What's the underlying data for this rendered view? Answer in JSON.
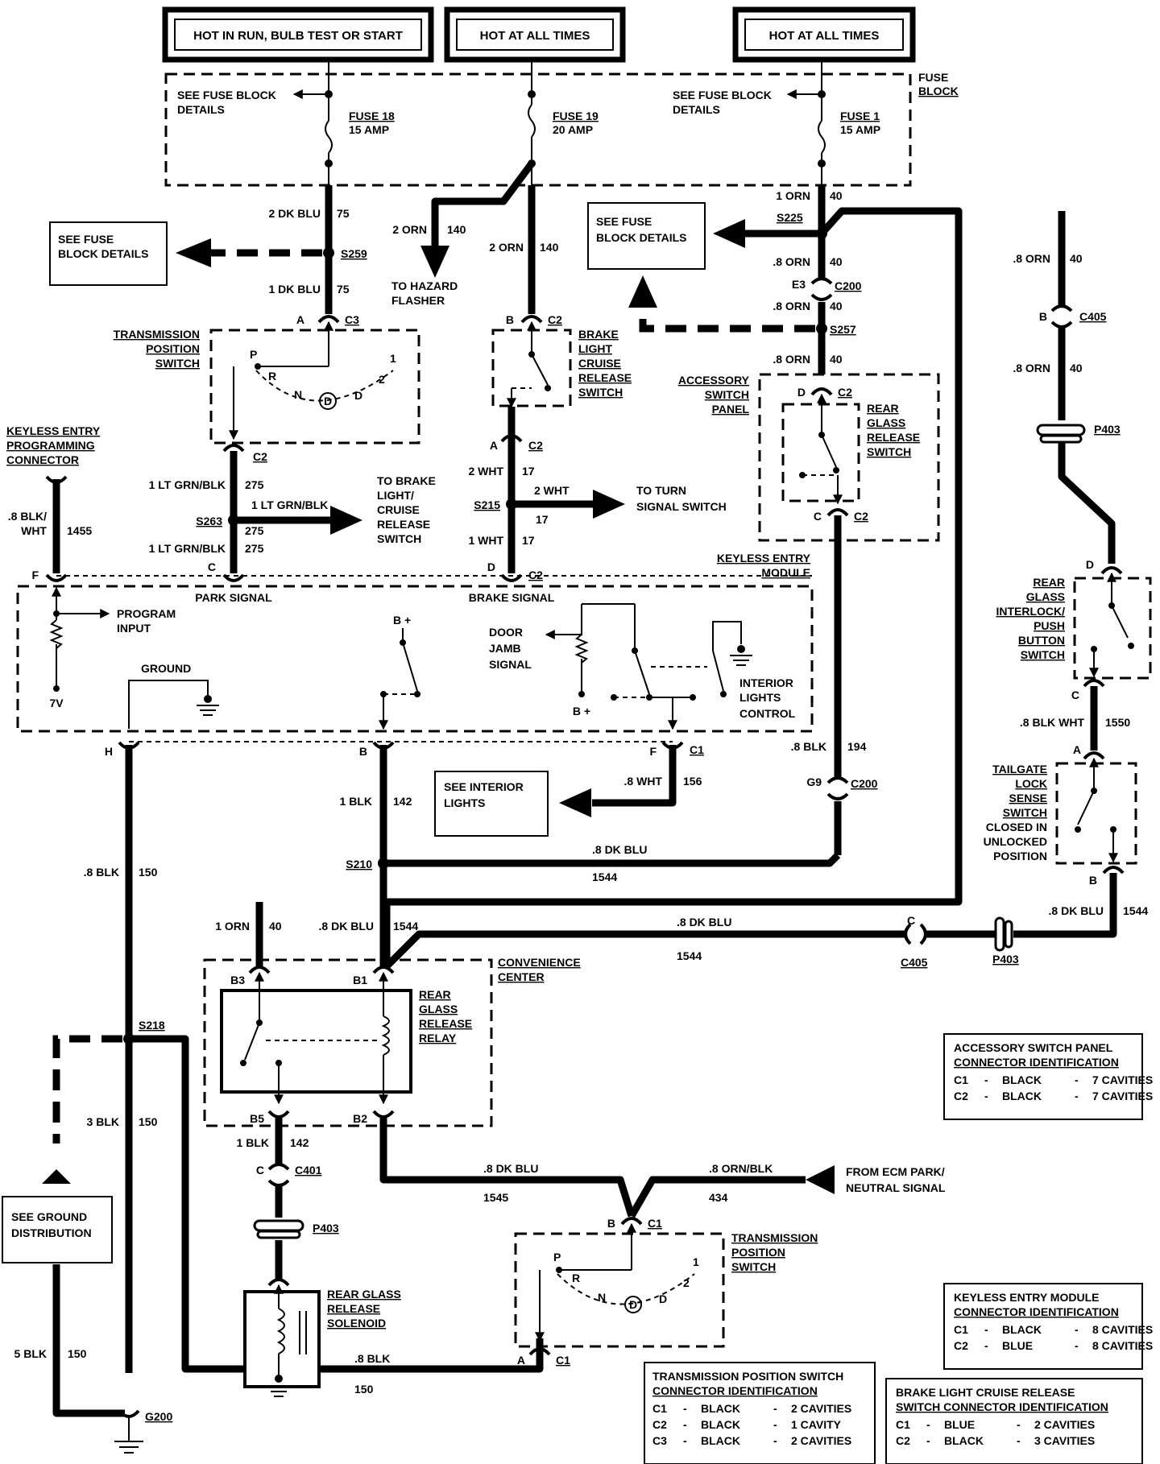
{
  "headers": {
    "hot_run": "HOT IN RUN, BULB TEST OR START",
    "hot_all_1": "HOT AT ALL TIMES",
    "hot_all_2": "HOT AT ALL TIMES"
  },
  "fuse_block": {
    "title_1": "FUSE",
    "title_2": "BLOCK",
    "see_details_1a": "SEE FUSE BLOCK",
    "see_details_1b": "DETAILS",
    "see_details_2a": "SEE FUSE BLOCK",
    "see_details_2b": "DETAILS",
    "fuse18_a": "FUSE 18",
    "fuse18_b": "15 AMP",
    "fuse19_a": "FUSE 19",
    "fuse19_b": "20 AMP",
    "fuse1_a": "FUSE 1",
    "fuse1_b": "15 AMP"
  },
  "boxes": {
    "see_fuse_left_1": "SEE FUSE",
    "see_fuse_left_2": "BLOCK DETAILS",
    "see_fuse_mid_1": "SEE FUSE",
    "see_fuse_mid_2": "BLOCK DETAILS",
    "see_interior_1": "SEE INTERIOR",
    "see_interior_2": "LIGHTS",
    "see_ground_1": "SEE GROUND",
    "see_ground_2": "DISTRIBUTION"
  },
  "wires": {
    "w_2dkblu": "2 DK BLU",
    "w_75a": "75",
    "w_1dkblu": "1 DK BLU",
    "w_75b": "75",
    "w_2orn_a": "2 ORN",
    "w_140a": "140",
    "w_2orn_b": "2 ORN",
    "w_140b": "140",
    "w_1orn": "1 ORN",
    "w_40a": "40",
    "w_8orn_a": ".8 ORN",
    "w_40b": "40",
    "w_8orn_b": ".8 ORN",
    "w_40c": "40",
    "w_8orn_c": ".8 ORN",
    "w_40d": "40",
    "w_8orn_r1": ".8 ORN",
    "w_40r1": "40",
    "w_8orn_r2": ".8 ORN",
    "w_40r2": "40",
    "w_ltgrn1": "1 LT GRN/BLK",
    "w_275a": "275",
    "w_ltgrn2": "1 LT GRN/BLK",
    "w_275b": "275",
    "w_ltgrn3": "1 LT GRN/BLK",
    "w_275c": "275",
    "w_2wht_a": "2 WHT",
    "w_17a": "17",
    "w_2wht_b": "2 WHT",
    "w_17b": "17",
    "w_1wht": "1 WHT",
    "w_17c": "17",
    "w_8blkwht_1": ".8 BLK/",
    "w_8blkwht_2": "WHT",
    "w_1455": "1455",
    "w_8blkwht_r": ".8 BLK WHT",
    "w_1550": "1550",
    "w_8blk_194": ".8 BLK",
    "w_194": "194",
    "w_8wht": ".8 WHT",
    "w_156": "156",
    "w_1blk": "1 BLK",
    "w_142a": "142",
    "w_8blk_150": ".8 BLK",
    "w_150a": "150",
    "w_8dkblu_a": ".8 DK BLU",
    "w_1544a": "1544",
    "w_1orn_b": "1 ORN",
    "w_40e": "40",
    "w_8dkblu_b": ".8 DK BLU",
    "w_1544b": "1544",
    "w_8dkblu_c": ".8 DK BLU",
    "w_1544c": "1544",
    "w_8dkblu_d": ".8 DK BLU",
    "w_1544d": "1544",
    "w_3blk": "3 BLK",
    "w_150b": "150",
    "w_1blk_b": "1 BLK",
    "w_142b": "142",
    "w_8dkblu_e": ".8 DK BLU",
    "w_1545": "1545",
    "w_8ornblk": ".8 ORN/BLK",
    "w_434": "434",
    "w_5blk": "5 BLK",
    "w_150c": "150",
    "w_8blk_bot": ".8 BLK",
    "w_150d": "150"
  },
  "splices": {
    "s259": "S259",
    "s225": "S225",
    "s257": "S257",
    "s263": "S263",
    "s215": "S215",
    "s210": "S210",
    "s218": "S218",
    "g200": "G200"
  },
  "connectors": {
    "a_c3": "A",
    "c3": "C3",
    "b_c2_top": "B",
    "c2_top": "C2",
    "a_c2_mid": "A",
    "c2_mid": "C2",
    "e3": "E3",
    "c200_top": "C200",
    "b_c405": "B",
    "c405_top": "C405",
    "p403_top": "P403",
    "d_c2_acc": "D",
    "c2_acc": "C2",
    "c_c2_acc": "C",
    "c2_acc_b": "C2",
    "c2_tps_top": "C2",
    "f_kem": "F",
    "c_kem": "C",
    "d_kem": "D",
    "c2_kem": "C2",
    "h_kem": "H",
    "b_kem": "B",
    "f_kem2": "F",
    "c1_kem": "C1",
    "g9": "G9",
    "c200_mid": "C200",
    "d_rg": "D",
    "c_rg": "C",
    "a_tg": "A",
    "b_tg": "B",
    "c_c405": "C",
    "c405_mid": "C405",
    "p403_mid": "P403",
    "b3": "B3",
    "b1": "B1",
    "b5": "B5",
    "b2": "B2",
    "c_c401": "C",
    "c401": "C401",
    "p403_bot": "P403",
    "b_c1": "B",
    "c1_tps": "C1",
    "a_c1": "A",
    "c1_tps_b": "C1"
  },
  "components": {
    "tps_top_1": "TRANSMISSION",
    "tps_top_2": "POSITION",
    "tps_top_3": "SWITCH",
    "blcr_1": "BRAKE",
    "blcr_2": "LIGHT",
    "blcr_3": "CRUISE",
    "blcr_4": "RELEASE",
    "blcr_5": "SWITCH",
    "asp_1": "ACCESSORY",
    "asp_2": "SWITCH",
    "asp_3": "PANEL",
    "rgr_1": "REAR",
    "rgr_2": "GLASS",
    "rgr_3": "RELEASE",
    "rgr_4": "SWITCH",
    "kepc_1": "KEYLESS ENTRY",
    "kepc_2": "PROGRAMMING",
    "kepc_3": "CONNECTOR",
    "to_hazard_1": "TO HAZARD",
    "to_hazard_2": "FLASHER",
    "to_brake_1": "TO BRAKE",
    "to_brake_2": "LIGHT/",
    "to_brake_3": "CRUISE",
    "to_brake_4": "RELEASE",
    "to_brake_5": "SWITCH",
    "to_turn_1": "TO TURN",
    "to_turn_2": "SIGNAL SWITCH",
    "kem_1": "KEYLESS ENTRY",
    "kem_2": "MODULE",
    "park_signal": "PARK SIGNAL",
    "brake_signal": "BRAKE SIGNAL",
    "program_1": "PROGRAM",
    "program_2": "INPUT",
    "ground": "GROUND",
    "v7": "7V",
    "bplus_1": "B +",
    "bplus_2": "B +",
    "door_1": "DOOR",
    "door_2": "JAMB",
    "door_3": "SIGNAL",
    "int_1": "INTERIOR",
    "int_2": "LIGHTS",
    "int_3": "CONTROL",
    "rgi_1": "REAR",
    "rgi_2": "GLASS",
    "rgi_3": "INTERLOCK/",
    "rgi_4": "PUSH",
    "rgi_5": "BUTTON",
    "rgi_6": "SWITCH",
    "tg_1": "TAILGATE",
    "tg_2": "LOCK",
    "tg_3": "SENSE",
    "tg_4": "SWITCH",
    "tg_5": "CLOSED IN",
    "tg_6": "UNLOCKED",
    "tg_7": "POSITION",
    "cc_1": "CONVENIENCE",
    "cc_2": "CENTER",
    "rgrr_1": "REAR",
    "rgrr_2": "GLASS",
    "rgrr_3": "RELEASE",
    "rgrr_4": "RELAY",
    "rgs_1": "REAR GLASS",
    "rgs_2": "RELEASE",
    "rgs_3": "SOLENOID",
    "from_ecm_1": "FROM ECM PARK/",
    "from_ecm_2": "NEUTRAL SIGNAL",
    "tps_bot_1": "TRANSMISSION",
    "tps_bot_2": "POSITION",
    "tps_bot_3": "SWITCH",
    "p": "P",
    "r": "R",
    "n": "N",
    "d": "D",
    "dd": "D",
    "one": "1",
    "two": "2",
    "p2": "P",
    "r2": "R",
    "n2": "N",
    "d2": "D",
    "dd2": "D",
    "one2": "1",
    "two2": "2"
  },
  "legends": {
    "asp": {
      "title_1": "ACCESSORY SWITCH PANEL",
      "title_2": "CONNECTOR IDENTIFICATION",
      "rows": [
        [
          "C1",
          "-",
          "BLACK",
          "-",
          "7 CAVITIES"
        ],
        [
          "C2",
          "-",
          "BLACK",
          "-",
          "7 CAVITIES"
        ]
      ]
    },
    "kem": {
      "title_1": "KEYLESS ENTRY MODULE",
      "title_2": "CONNECTOR IDENTIFICATION",
      "rows": [
        [
          "C1",
          "-",
          "BLACK",
          "-",
          "8 CAVITIES"
        ],
        [
          "C2",
          "-",
          "BLUE",
          "-",
          "8 CAVITIES"
        ]
      ]
    },
    "tps": {
      "title_1": "TRANSMISSION POSITION SWITCH",
      "title_2": "CONNECTOR IDENTIFICATION",
      "rows": [
        [
          "C1",
          "-",
          "BLACK",
          "-",
          "2 CAVITIES"
        ],
        [
          "C2",
          "-",
          "BLACK",
          "-",
          "1 CAVITY"
        ],
        [
          "C3",
          "-",
          "BLACK",
          "-",
          "2 CAVITIES"
        ]
      ]
    },
    "blcr": {
      "title_1": "BRAKE LIGHT CRUISE RELEASE",
      "title_2": "SWITCH CONNECTOR IDENTIFICATION",
      "rows": [
        [
          "C1",
          "-",
          "BLUE",
          "-",
          "2 CAVITIES"
        ],
        [
          "C2",
          "-",
          "BLACK",
          "-",
          "3 CAVITIES"
        ]
      ]
    }
  }
}
